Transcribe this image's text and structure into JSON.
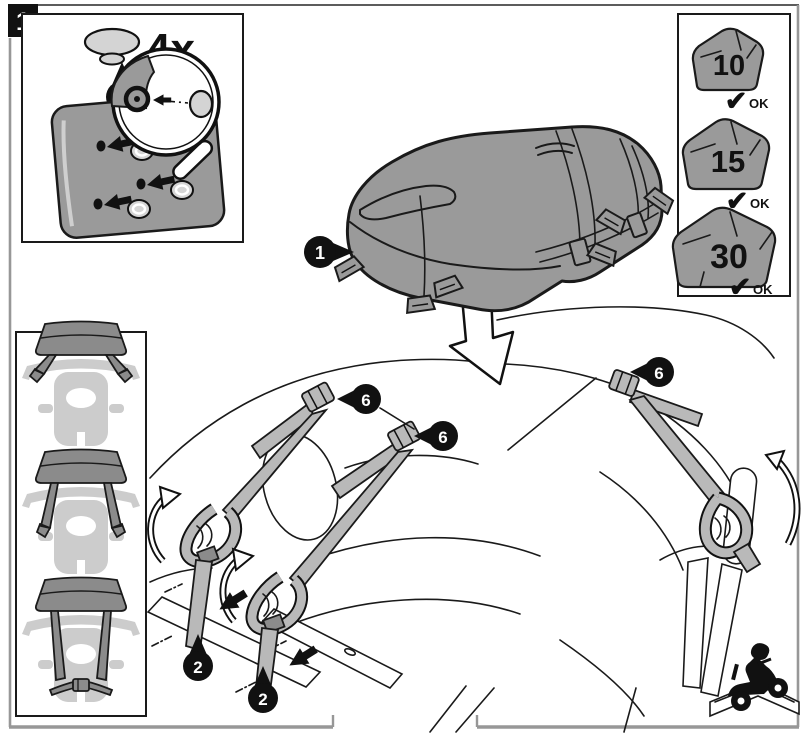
{
  "step": {
    "number": "1"
  },
  "fastener_callout": {
    "quantity": "4x",
    "part_marker": "4"
  },
  "size_options": {
    "check_glyph": "✔",
    "items": [
      {
        "size": "10",
        "status": "OK"
      },
      {
        "size": "15",
        "status": "OK"
      },
      {
        "size": "30",
        "status": "OK"
      }
    ]
  },
  "markers": {
    "bag": "1",
    "strap_buckles": [
      "6",
      "6",
      "6"
    ],
    "strap_ends": [
      "2",
      "2"
    ]
  },
  "colors": {
    "bag_gray": "#9a9a9a",
    "strap_gray": "#b9b9b9",
    "dark_gray": "#8b8b8b",
    "silhouette_gray": "#cccccc",
    "cap_gray": "#d4d4d4",
    "frame_gray": "#979797",
    "line_black": "#1a1a1a"
  }
}
